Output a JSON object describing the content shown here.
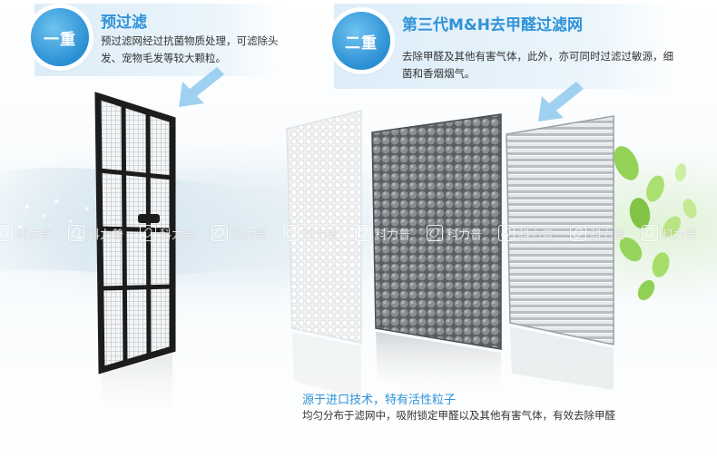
{
  "layer_one": {
    "badge": "一重",
    "title": "预过滤",
    "description": "预过滤网经过抗菌物质处理，可滤除头发、宠物毛发等较大颗粒。"
  },
  "layer_two": {
    "badge": "二重",
    "title": "第三代M&H去甲醛过滤网",
    "description": "去除甲醛及其他有害气体，此外，亦可同时过滤过敏源，细菌和香烟烟气。"
  },
  "bottom": {
    "title": "源于进口技术，特有活性粒子",
    "description": "均匀分布于滤网中，吸附锁定甲醛以及其他有害气体，有效去除甲醛"
  },
  "watermark": {
    "text": "科力普",
    "icon": "brand-leaf-icon"
  },
  "colors": {
    "accent_blue": "#2f93d8",
    "badge_blue": "#2a8fd3",
    "text_dark": "#333333",
    "callout_bg": "#dbecf8"
  }
}
